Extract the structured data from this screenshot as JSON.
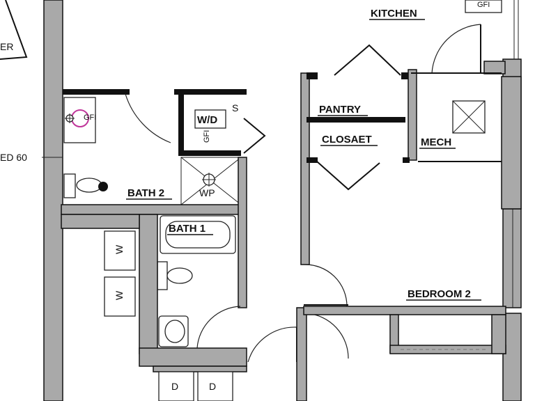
{
  "rooms": {
    "kitchen": "KITCHEN",
    "pantry": "PANTRY",
    "closet": "CLOSAET",
    "mech": "MECH",
    "bath2": "BATH 2",
    "bath1": "BATH 1",
    "bedroom2": "BEDROOM 2"
  },
  "fixtures": {
    "wd": "W/D",
    "wp": "WP",
    "gfi": "GFI",
    "gfi_rotated": "GFI",
    "gfi_top": "GFI",
    "washer1": "W",
    "washer2": "W",
    "dryer1": "D",
    "dryer2": "D",
    "s_mark": "S"
  },
  "annotations": {
    "rated": "ED 60",
    "partial_er": "ER"
  },
  "colors": {
    "wall_fill": "#a9a9a9",
    "line": "#111111",
    "gfi_ring": "#c0359a"
  }
}
